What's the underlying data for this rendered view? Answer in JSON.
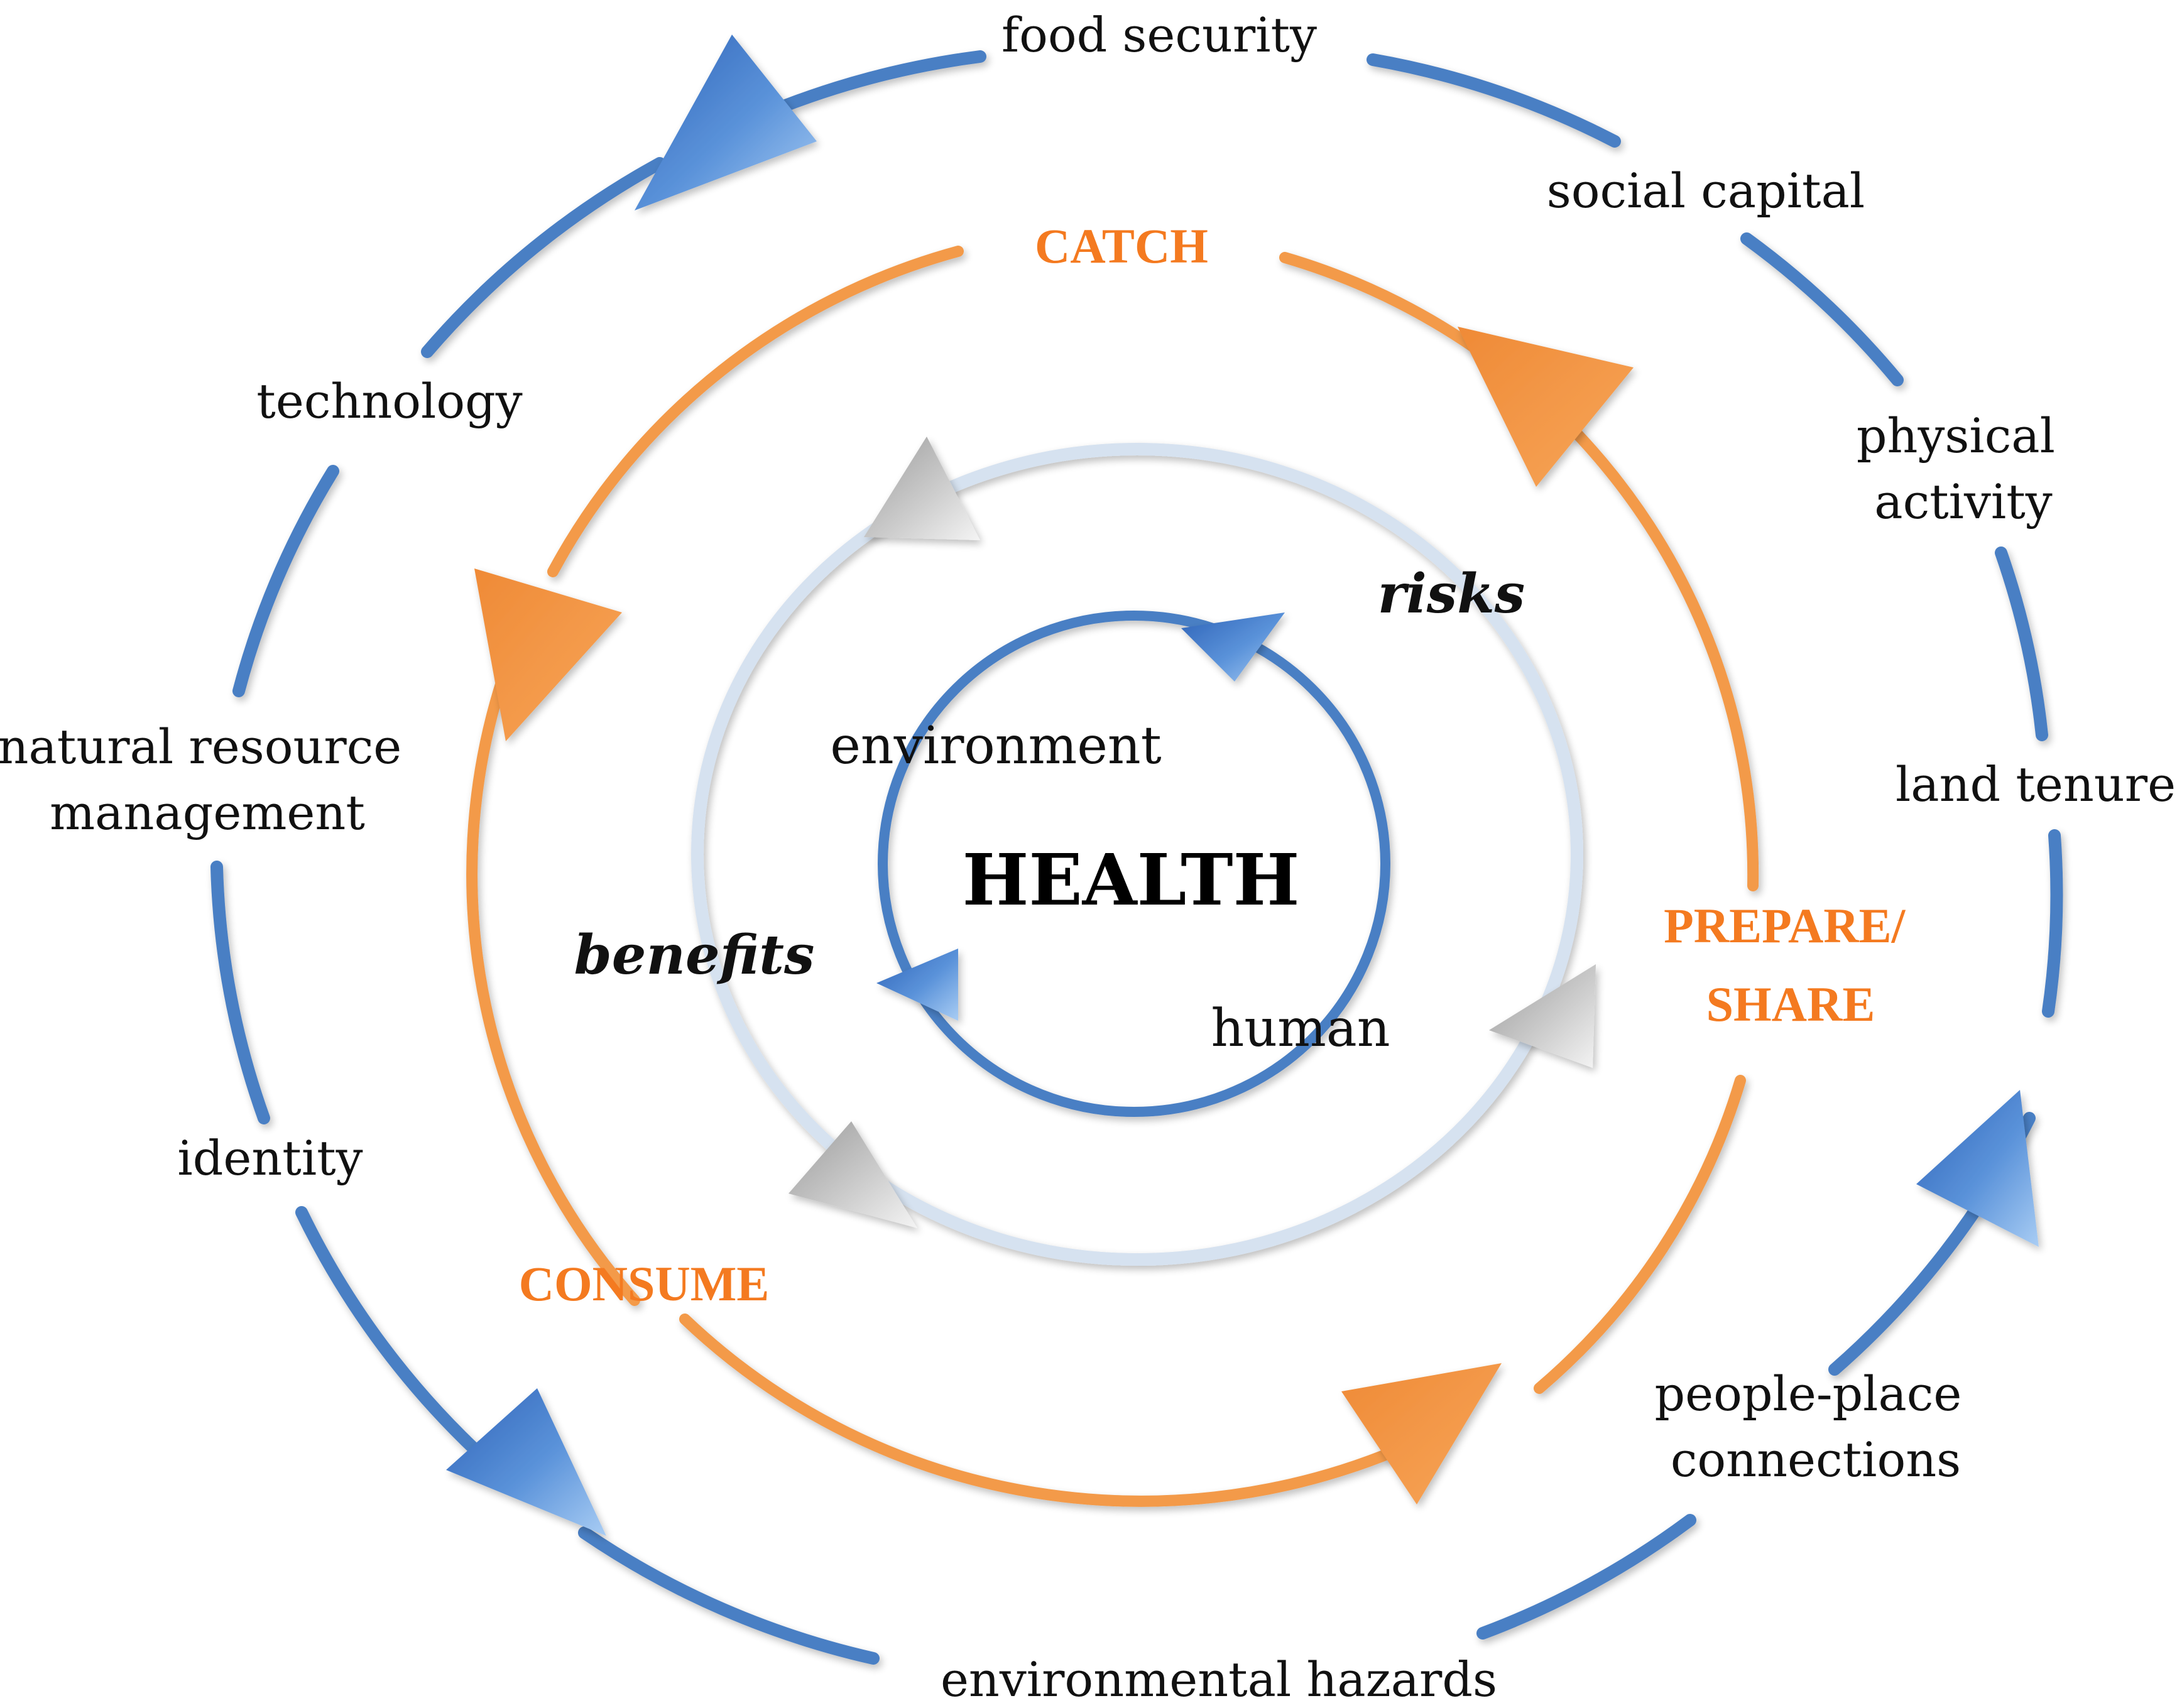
{
  "center": {
    "title": "HEALTH"
  },
  "inner_cycle": {
    "environment": "environment",
    "human": "human"
  },
  "middle_cycle": {
    "risks": "risks",
    "benefits": "benefits"
  },
  "process_cycle": {
    "catch": "CATCH",
    "prepare_share": [
      "PREPARE/",
      "SHARE"
    ],
    "consume": "CONSUME"
  },
  "outer_labels": {
    "food_security": [
      "food security"
    ],
    "social_capital": [
      "social capital"
    ],
    "physical_activity": [
      "physical",
      "activity"
    ],
    "land_tenure": [
      "land tenure"
    ],
    "people_place": [
      "people-place",
      "connections"
    ],
    "environmental_hazards": [
      "environmental hazards"
    ],
    "identity": [
      "identity"
    ],
    "natural_resource": [
      "natural resource",
      "management"
    ],
    "technology": [
      "technology"
    ]
  },
  "colors": {
    "outer_ring": "#4a7fc4",
    "process_ring": "#f39a4a",
    "middle_ring": "#d6e2f0",
    "inner_ring": "#4a7fc4",
    "process_text": "#f47a20",
    "risks_text": "#e8141e",
    "benefits_text": "#2a8a1e"
  }
}
